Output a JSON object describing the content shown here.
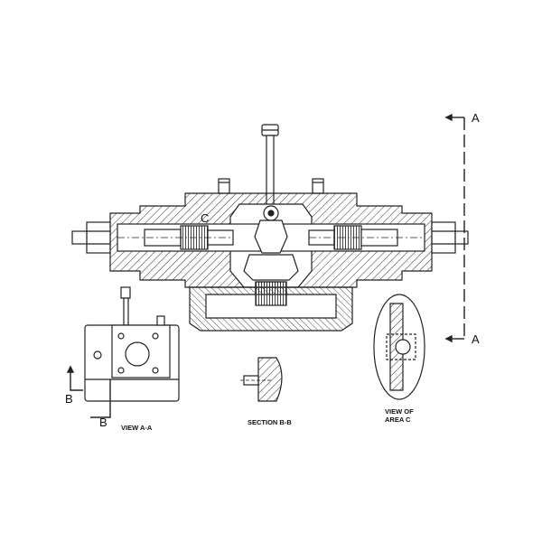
{
  "labels": {
    "section_a_top": "A",
    "section_a_bottom": "A",
    "detail_c": "C",
    "section_b_upper": "B",
    "section_b_lower": "B",
    "view_a_a": "VIEW A-A",
    "section_b_b": "SECTION B-B",
    "view_of_line1": "VIEW OF",
    "view_of_line2": "AREA C"
  },
  "colors": {
    "line": "#222222",
    "background": "#ffffff"
  }
}
